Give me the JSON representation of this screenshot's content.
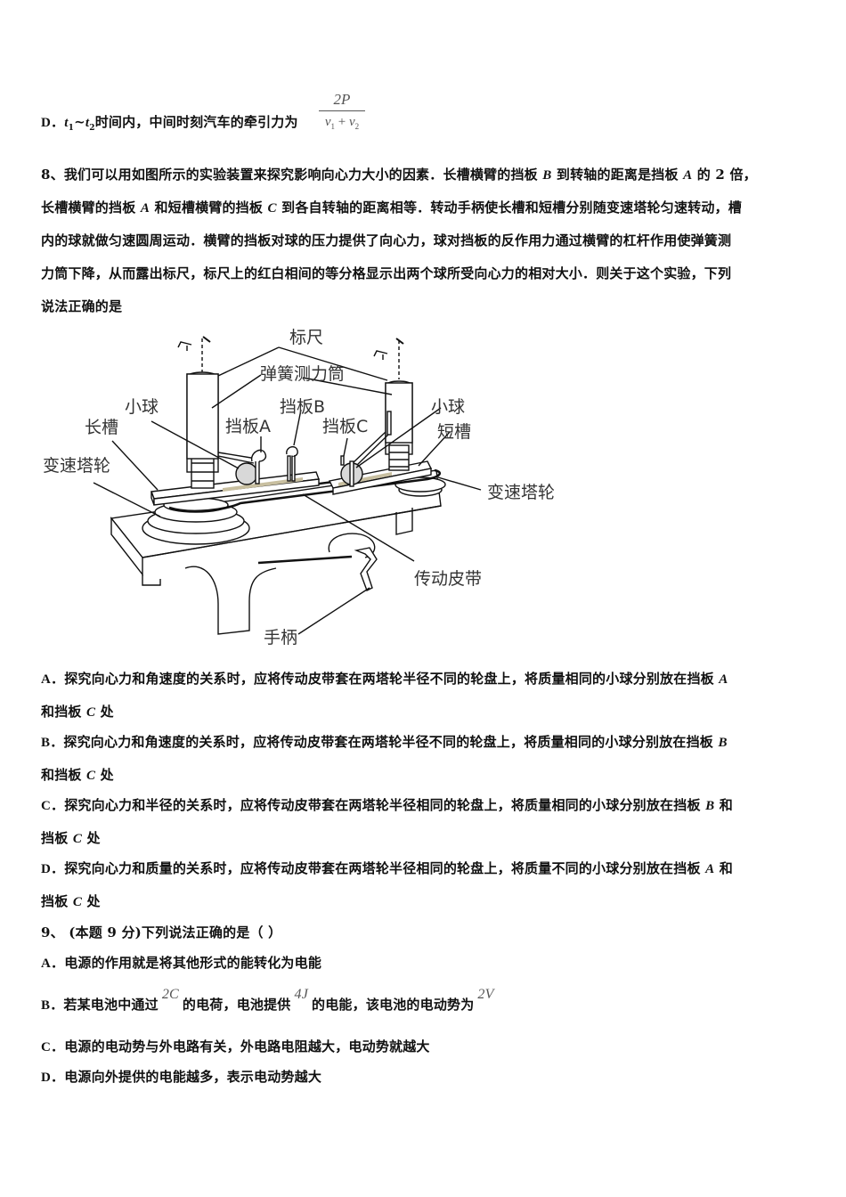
{
  "prev_question": {
    "option_d": {
      "label": "D．",
      "t1": "t",
      "t1_sub": "1",
      "tilde": "~",
      "t2": "t",
      "t2_sub": "2",
      "text": "时间内，中间时刻汽车的牵引力为",
      "formula": {
        "numerator": "2P",
        "denominator_v1": "v",
        "denominator_v1_sub": "1",
        "plus": " + ",
        "denominator_v2": "v",
        "denominator_v2_sub": "2"
      }
    }
  },
  "question8": {
    "stem_lines": [
      [
        "8、我们可以用如图所示的实验装置来探究影响向心力大小的因素．长槽横臂的挡板 ",
        "B",
        " 到转轴的距离是挡板 ",
        "A",
        " 的 2 倍，"
      ],
      [
        "长槽横臂的挡板 ",
        "A",
        " 和短槽横臂的挡板 ",
        "C",
        " 到各自转轴的距离相等．转动手柄使长槽和短槽分别随变速塔轮匀速转动，槽"
      ],
      [
        "内的球就做匀速圆周运动．横臂的挡板对球的压力提供了向心力，球对挡板的反作用力通过横臂的杠杆作用使弹簧测"
      ],
      [
        "力筒下降，从而露出标尺，标尺上的红白相间的等分格显示出两个球所受向心力的相对大小．则关于这个实验，下列"
      ],
      [
        "说法正确的是"
      ]
    ],
    "figure": {
      "labels": {
        "ruler": "标尺",
        "spring_cylinder": "弹簧测力筒",
        "ball_left": "小球",
        "baffle_b": "挡板B",
        "ball_right": "小球",
        "long_slot": "长槽",
        "baffle_a": "挡板A",
        "baffle_c": "挡板C",
        "short_slot": "短槽",
        "tower_wheel_left": "变速塔轮",
        "tower_wheel_right": "变速塔轮",
        "belt": "传动皮带",
        "handle": "手柄"
      },
      "colors": {
        "line": "#111111",
        "scale_strip": "#c8bfa0",
        "ball_shade": "#bbbbbb"
      }
    },
    "options": [
      {
        "label": "A．",
        "line1": [
          "探究向心力和角速度的关系时，应将传动皮带套在两塔轮半径不同的轮盘上，将质量相同的小球分别放在挡板 ",
          "A",
          ""
        ],
        "line2": [
          "和挡板 ",
          "C",
          " 处"
        ]
      },
      {
        "label": "B．",
        "line1": [
          "探究向心力和角速度的关系时，应将传动皮带套在两塔轮半径不同的轮盘上，将质量相同的小球分别放在挡板 ",
          "B",
          ""
        ],
        "line2": [
          "和挡板 ",
          "C",
          " 处"
        ]
      },
      {
        "label": "C．",
        "line1": [
          "探究向心力和半径的关系时，应将传动皮带套在两塔轮半径相同的轮盘上，将质量相同的小球分别放在挡板 ",
          "B",
          " 和"
        ],
        "line2": [
          "挡板 ",
          "C",
          " 处"
        ]
      },
      {
        "label": "D．",
        "line1": [
          "探究向心力和质量的关系时，应将传动皮带套在两塔轮半径相同的轮盘上，将质量不同的小球分别放在挡板 ",
          "A",
          " 和"
        ],
        "line2": [
          "挡板 ",
          "C",
          " 处"
        ]
      }
    ]
  },
  "question9": {
    "stem": "9、 (本题 9 分)下列说法正确的是（    ）",
    "options": [
      {
        "label": "A．",
        "text": "电源的作用就是将其他形式的能转化为电能"
      },
      {
        "label": "B．",
        "text_1": "若某电池中通过",
        "math_1": "2C",
        "text_2": "的电荷，电池提供",
        "math_2": "4J",
        "text_3": "的电能，该电池的电动势为",
        "math_3": "2V"
      },
      {
        "label": "C．",
        "text": "电源的电动势与外电路有关，外电路电阻越大，电动势就越大"
      },
      {
        "label": "D．",
        "text": "电源向外提供的电能越多，表示电动势越大"
      }
    ]
  }
}
